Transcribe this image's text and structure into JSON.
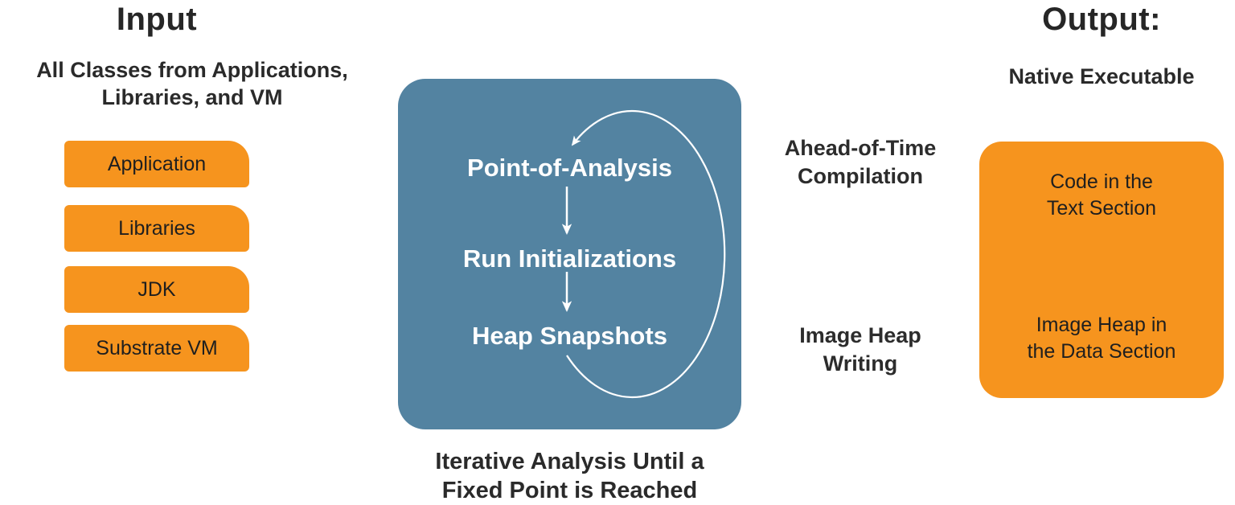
{
  "colors": {
    "background": "#ffffff",
    "orange": "#F6941E",
    "blue": "#5383A1",
    "dark_text": "#262626",
    "white_text": "#ffffff"
  },
  "input": {
    "title": "Input",
    "subtitle_line1": "All Classes from Applications,",
    "subtitle_line2": "Libraries, and VM",
    "boxes": [
      "Application",
      "Libraries",
      "JDK",
      "Substrate VM"
    ]
  },
  "process": {
    "steps": [
      "Point-of-Analysis",
      "Run Initializations",
      "Heap Snapshots"
    ],
    "caption_line1": "Iterative Analysis Until a",
    "caption_line2": "Fixed Point is Reached"
  },
  "stage_labels": {
    "aot_line1": "Ahead-of-Time",
    "aot_line2": "Compilation",
    "heap_line1": "Image Heap",
    "heap_line2": "Writing"
  },
  "output": {
    "title": "Output:",
    "subtitle": "Native Executable",
    "box_items": [
      {
        "line1": "Code in the",
        "line2": "Text Section"
      },
      {
        "line1": "Image Heap in",
        "line2": "the Data Section"
      }
    ]
  }
}
